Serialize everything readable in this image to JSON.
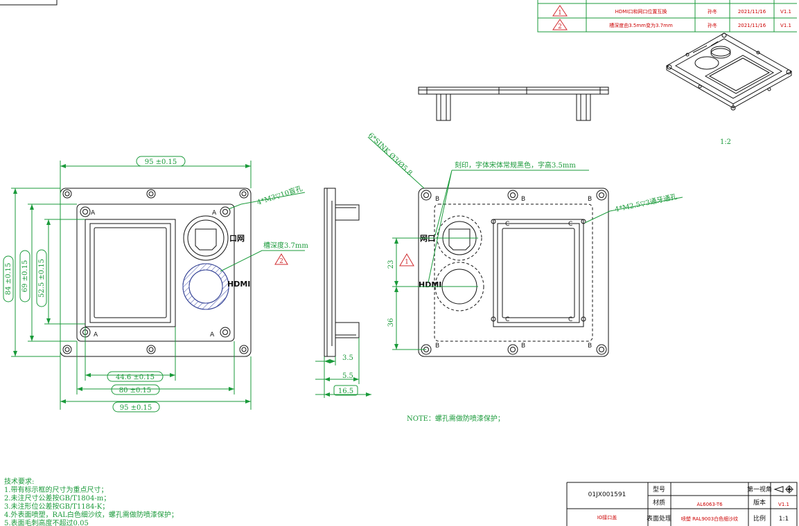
{
  "revision_table": {
    "rows": [
      {
        "mark": "1",
        "content": "HDMI口和网口位置互换",
        "author": "孙冬",
        "date": "2021/11/16",
        "version": "V1.1"
      },
      {
        "mark": "2",
        "content": "槽深度由3.5mm变为3.7mm",
        "author": "孙冬",
        "date": "2021/11/16",
        "version": "V1.1"
      }
    ]
  },
  "iso_view": {
    "scale": "1:2"
  },
  "front_view": {
    "dim_width_top": "95 ±0.15",
    "dim_height_outer": "84 ±0.15",
    "dim_height_mid": "69 ±0.15",
    "dim_height_inner": "52.5 ±0.15",
    "dim_inner_width": "44.6 ±0.15",
    "dim_mid_width": "80 ±0.15",
    "dim_width_bottom": "95 ±0.15",
    "note_blind_holes": "4*M3▽10盲孔",
    "note_groove_depth": "槽深度3.7mm",
    "groove_rev_mark": "2",
    "hole_label_A": "A",
    "port_lan": "口网",
    "port_hdmi": "HDMI"
  },
  "side_view": {
    "dim_a": "3.5",
    "dim_b": "5.5",
    "dim_c": "16.5"
  },
  "back_view": {
    "note_sink": "6*SINK Ø3/Ø5.8",
    "note_engraving": "刻印，字体宋体常规黑色，字高3.5mm",
    "note_through_holes": "4*M2.5▽3通牙通孔",
    "label_lan": "网口",
    "label_hdmi": "HDMI",
    "dim_23": "23",
    "dim_36": "36",
    "rev_mark": "1",
    "hole_B": "B",
    "hole_C": "C"
  },
  "note_line": "NOTE：螺孔需做防喷漆保护；",
  "tech_requirements": {
    "title": "技术要求:",
    "items": [
      "1.带有标示框的尺寸为重点尺寸；",
      "2.未注尺寸公差按GB/T1804-m；",
      "3.未注形位公差按GB/T1184-K；",
      "4.外表面喷塑，RAL白色细沙纹，螺孔需做防喷漆保护；",
      "5.表面毛刺高度不超过0.05"
    ]
  },
  "title_block": {
    "drawing_no": "01JX001591",
    "part_name": "IO接口盖",
    "label_model": "型号",
    "label_material": "材质",
    "material": "AL6063-T6",
    "label_surface": "表面处理",
    "surface": "喷塑 RAL9003白色细沙纹",
    "label_projection": "第一视角",
    "label_version": "版本",
    "version": "V1.1",
    "label_scale": "比例",
    "scale": "1:1"
  }
}
